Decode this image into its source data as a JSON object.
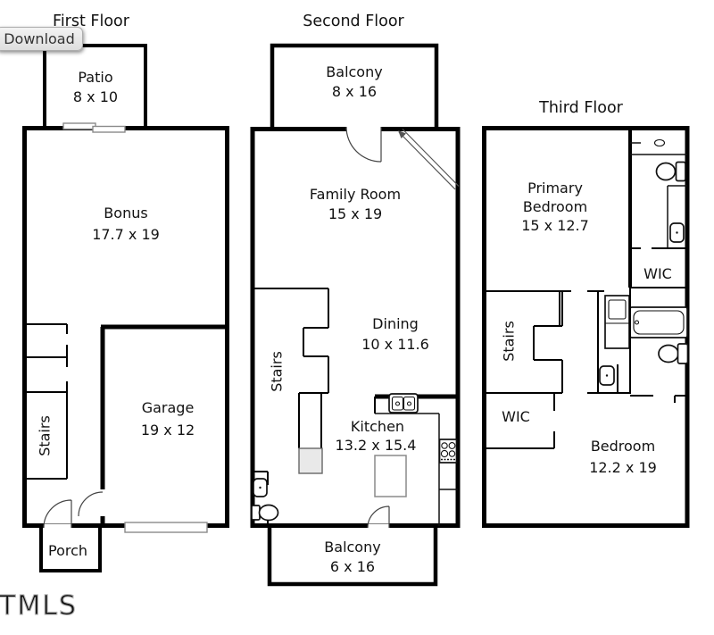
{
  "download_button": {
    "label": "Download"
  },
  "watermark": "TMLS",
  "colors": {
    "wall": "#000000",
    "fixture": "#111111",
    "gray_fixture": "#8a8a8a",
    "button_bg": "#ececec",
    "watermark_gray": "#b5b5b5"
  },
  "fixtures": {
    "window": "window-slider-icon",
    "garage_door": "garage-door-icon",
    "door": "door-arc-icon",
    "kitchen_sink": "kitchen-sink-icon",
    "stove": "stove-icon",
    "island": "kitchen-island-icon",
    "sink": "sink-icon",
    "toilet": "toilet-icon",
    "bathtub": "bathtub-icon",
    "washer_dryer": "washer-dryer-icon",
    "vanity": "vanity-counter-icon"
  },
  "floors": {
    "first": {
      "title": "First Floor",
      "rooms": {
        "patio": {
          "name": "Patio",
          "dims": "8 x 10"
        },
        "bonus": {
          "name": "Bonus",
          "dims": "17.7 x 19"
        },
        "garage": {
          "name": "Garage",
          "dims": "19 x 12"
        },
        "stairs": {
          "name": "Stairs"
        },
        "porch": {
          "name": "Porch"
        }
      }
    },
    "second": {
      "title": "Second Floor",
      "rooms": {
        "balcony_top": {
          "name": "Balcony",
          "dims": "8 x 16"
        },
        "family": {
          "name": "Family Room",
          "dims": "15 x 19"
        },
        "dining": {
          "name": "Dining",
          "dims": "10 x 11.6"
        },
        "stairs": {
          "name": "Stairs"
        },
        "kitchen": {
          "name": "Kitchen",
          "dims": "13.2 x 15.4"
        },
        "balcony_bottom": {
          "name": "Balcony",
          "dims": "6 x 16"
        }
      }
    },
    "third": {
      "title": "Third Floor",
      "rooms": {
        "primary": {
          "line1": "Primary",
          "line2": "Bedroom",
          "dims": "15 x 12.7"
        },
        "wic_upper": {
          "name": "WIC"
        },
        "stairs": {
          "name": "Stairs"
        },
        "wic_lower": {
          "name": "WIC"
        },
        "bedroom": {
          "name": "Bedroom",
          "dims": "12.2 x 19"
        }
      }
    }
  }
}
